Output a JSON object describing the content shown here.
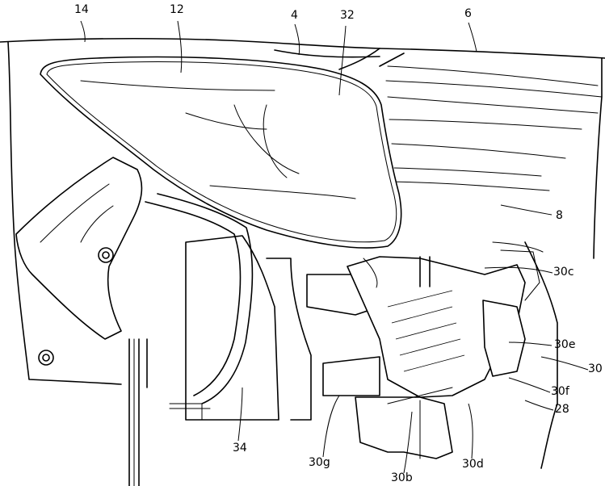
{
  "figure": {
    "labels": {
      "l14": "14",
      "l12": "12",
      "l4": "4",
      "l32": "32",
      "l6": "6",
      "l8": "8",
      "l30c": "30c",
      "l30e": "30e",
      "l30": "30",
      "l30f": "30f",
      "l28": "28",
      "l34": "34",
      "l30g": "30g",
      "l30b": "30b",
      "l30d": "30d"
    }
  }
}
